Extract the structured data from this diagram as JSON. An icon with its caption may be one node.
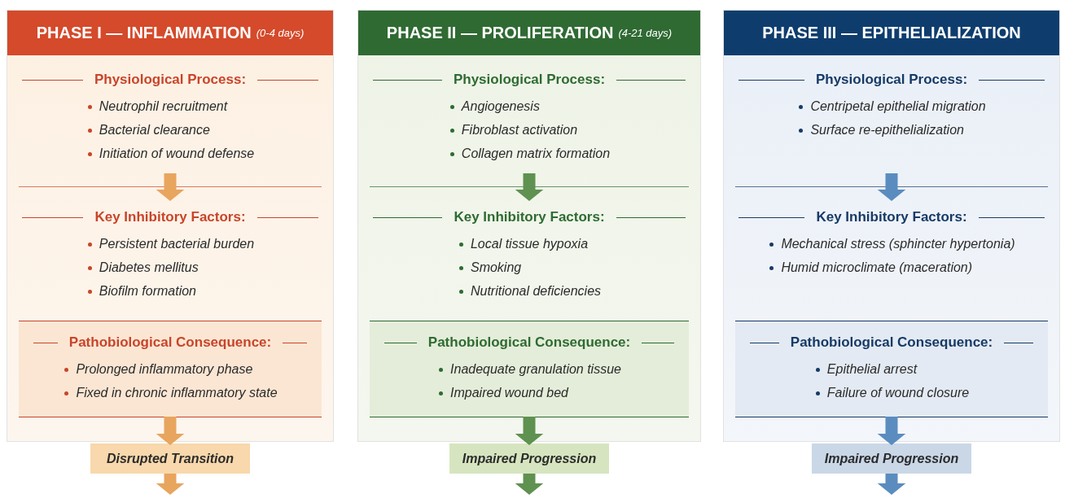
{
  "diagram": {
    "nodes": [
      {
        "text": [
          "PHASE I — INFLAMMATION *(0-4 days)*"
        ]
      },
      {
        "text": [
          "Physiological Process:",
          "Neutrophil recruitment",
          "Bacterial clearance",
          "Initiation of wound defense"
        ],
        "in": 0
      },
      {
        "text": [
          "Key Inhibitory Factors:",
          "Persistent bacterial burden",
          "Diabetes mellitus",
          "Biofilm formation"
        ],
        "in": 0
      },
      {
        "text": [
          "Pathobiological Consequence:",
          "Prolonged inflammatory phase",
          "Fixed in chronic inflammatory state"
        ],
        "in": 0
      },
      {
        "text": [
          "Disrupted Transition"
        ]
      },
      {
        "text": [
          "PHASE II — PROLIFERATION *(4-21 days)*"
        ]
      },
      {
        "text": [
          "Physiological Process:",
          "Angiogenesis",
          "Fibroblast activation",
          "Collagen matrix formation"
        ],
        "in": 5
      },
      {
        "text": [
          "Key Inhibitory Factors:",
          "Local tissue hypoxia",
          "Smoking",
          "Nutritional deficiencies"
        ],
        "in": 5
      },
      {
        "text": [
          "Pathobiological Consequence:",
          "Inadequate granulation tissue",
          "Impaired wound bed"
        ],
        "in": 5
      },
      {
        "text": [
          "Impaired Progression"
        ]
      },
      {
        "text": [
          "PHASE III — EPITHELIALIZATION"
        ]
      },
      {
        "text": [
          "Physiological Process:",
          "Centripetal epithelial migration",
          "Surface re-epithelialization"
        ],
        "in": 10
      },
      {
        "text": [
          "Key Inhibitory Factors:",
          "Mechanical stress (sphincter hypertonia)",
          "Humid microclimate (maceration)"
        ],
        "in": 10
      },
      {
        "text": [
          "Pathobiological Consequence:",
          "Epithelial arrest",
          "Failure of wound closure"
        ],
        "in": 10
      },
      {
        "text": [
          "Impaired Progression"
        ]
      }
    ],
    "edges": [
      {
        "from": 1,
        "to": 2,
        "arrow": "to",
        "color": "#e8a55e"
      },
      {
        "from": 3,
        "to": 4,
        "arrow": "to",
        "color": "#e8a55e"
      },
      {
        "from": 4,
        "to": null,
        "arrow": "to",
        "color": "#e8a55e"
      },
      {
        "from": 6,
        "to": 7,
        "arrow": "to",
        "color": "#5f9150"
      },
      {
        "from": 8,
        "to": 9,
        "arrow": "to",
        "color": "#5f9150"
      },
      {
        "from": 9,
        "to": null,
        "arrow": "to",
        "color": "#5f9150"
      },
      {
        "from": 11,
        "to": 12,
        "arrow": "to",
        "color": "#5b8cbf"
      },
      {
        "from": 13,
        "to": 14,
        "arrow": "to",
        "color": "#5b8cbf"
      },
      {
        "from": 14,
        "to": null,
        "arrow": "to",
        "color": "#5b8cbf"
      }
    ]
  }
}
